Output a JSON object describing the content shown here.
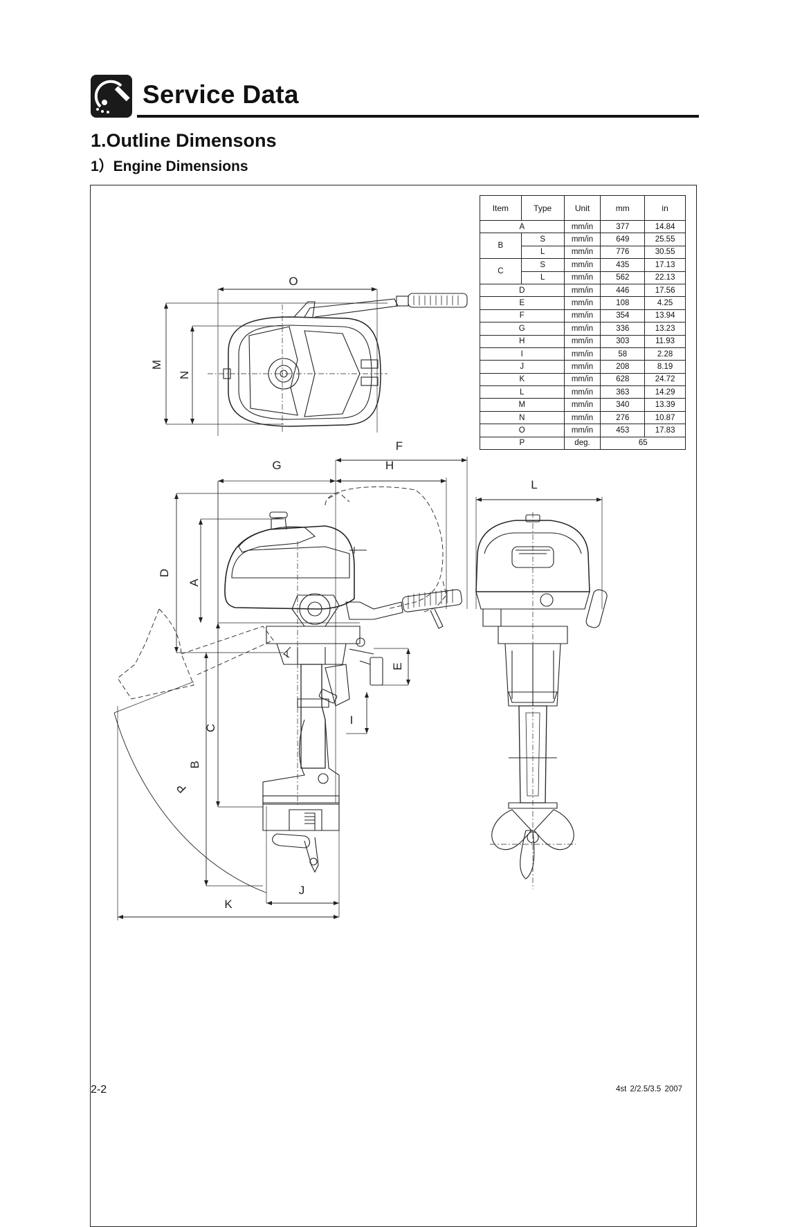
{
  "header": {
    "title": "Service Data",
    "icon": "micrometer-icon"
  },
  "section": {
    "title": "1.Outline Dimensons"
  },
  "subsection": {
    "title": "1）Engine Dimensions"
  },
  "spec_table": {
    "headers": {
      "item": "Item",
      "type": "Type",
      "unit": "Unit",
      "mm": "mm",
      "in": "in"
    },
    "rows": {
      "A": {
        "item": "A",
        "unit": "mm/in",
        "mm": "377",
        "in": "14.84"
      },
      "BS": {
        "item": "B",
        "type": "S",
        "unit": "mm/in",
        "mm": "649",
        "in": "25.55"
      },
      "BL": {
        "type": "L",
        "unit": "mm/in",
        "mm": "776",
        "in": "30.55"
      },
      "CS": {
        "item": "C",
        "type": "S",
        "unit": "mm/in",
        "mm": "435",
        "in": "17.13"
      },
      "CL": {
        "type": "L",
        "unit": "mm/in",
        "mm": "562",
        "in": "22.13"
      },
      "D": {
        "item": "D",
        "unit": "mm/in",
        "mm": "446",
        "in": "17.56"
      },
      "E": {
        "item": "E",
        "unit": "mm/in",
        "mm": "108",
        "in": "4.25"
      },
      "F": {
        "item": "F",
        "unit": "mm/in",
        "mm": "354",
        "in": "13.94"
      },
      "G": {
        "item": "G",
        "unit": "mm/in",
        "mm": "336",
        "in": "13.23"
      },
      "H": {
        "item": "H",
        "unit": "mm/in",
        "mm": "303",
        "in": "11.93"
      },
      "I": {
        "item": "I",
        "unit": "mm/in",
        "mm": "58",
        "in": "2.28"
      },
      "J": {
        "item": "J",
        "unit": "mm/in",
        "mm": "208",
        "in": "8.19"
      },
      "K": {
        "item": "K",
        "unit": "mm/in",
        "mm": "628",
        "in": "24.72"
      },
      "L": {
        "item": "L",
        "unit": "mm/in",
        "mm": "363",
        "in": "14.29"
      },
      "M": {
        "item": "M",
        "unit": "mm/in",
        "mm": "340",
        "in": "13.39"
      },
      "N": {
        "item": "N",
        "unit": "mm/in",
        "mm": "276",
        "in": "10.87"
      },
      "O": {
        "item": "O",
        "unit": "mm/in",
        "mm": "453",
        "in": "17.83"
      },
      "P": {
        "item": "P",
        "unit": "deg.",
        "value": "65"
      }
    }
  },
  "drawing_labels": {
    "A": "A",
    "B": "B",
    "C": "C",
    "D": "D",
    "E": "E",
    "F": "F",
    "G": "G",
    "H": "H",
    "I": "I",
    "J": "J",
    "K": "K",
    "L": "L",
    "M": "M",
    "N": "N",
    "O": "O",
    "P": "P"
  },
  "footer": {
    "page_number": "2-2",
    "doc_ref": "4st  2/2.5/3.5  2007"
  }
}
